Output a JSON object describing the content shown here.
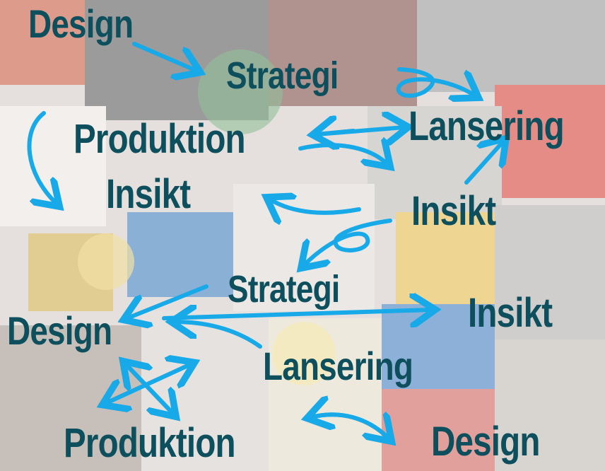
{
  "colors": {
    "text": "#0d4f5c",
    "arrow": "#17a9e8"
  },
  "words": {
    "design_1": "Design",
    "strategi_1": "Strategi",
    "lansering_1": "Lansering",
    "produktion_1": "Produktion",
    "insikt_1": "Insikt",
    "insikt_2": "Insikt",
    "strategi_2": "Strategi",
    "insikt_3": "Insikt",
    "design_2": "Design",
    "lansering_2": "Lansering",
    "produktion_2": "Produktion",
    "design_3": "Design"
  }
}
